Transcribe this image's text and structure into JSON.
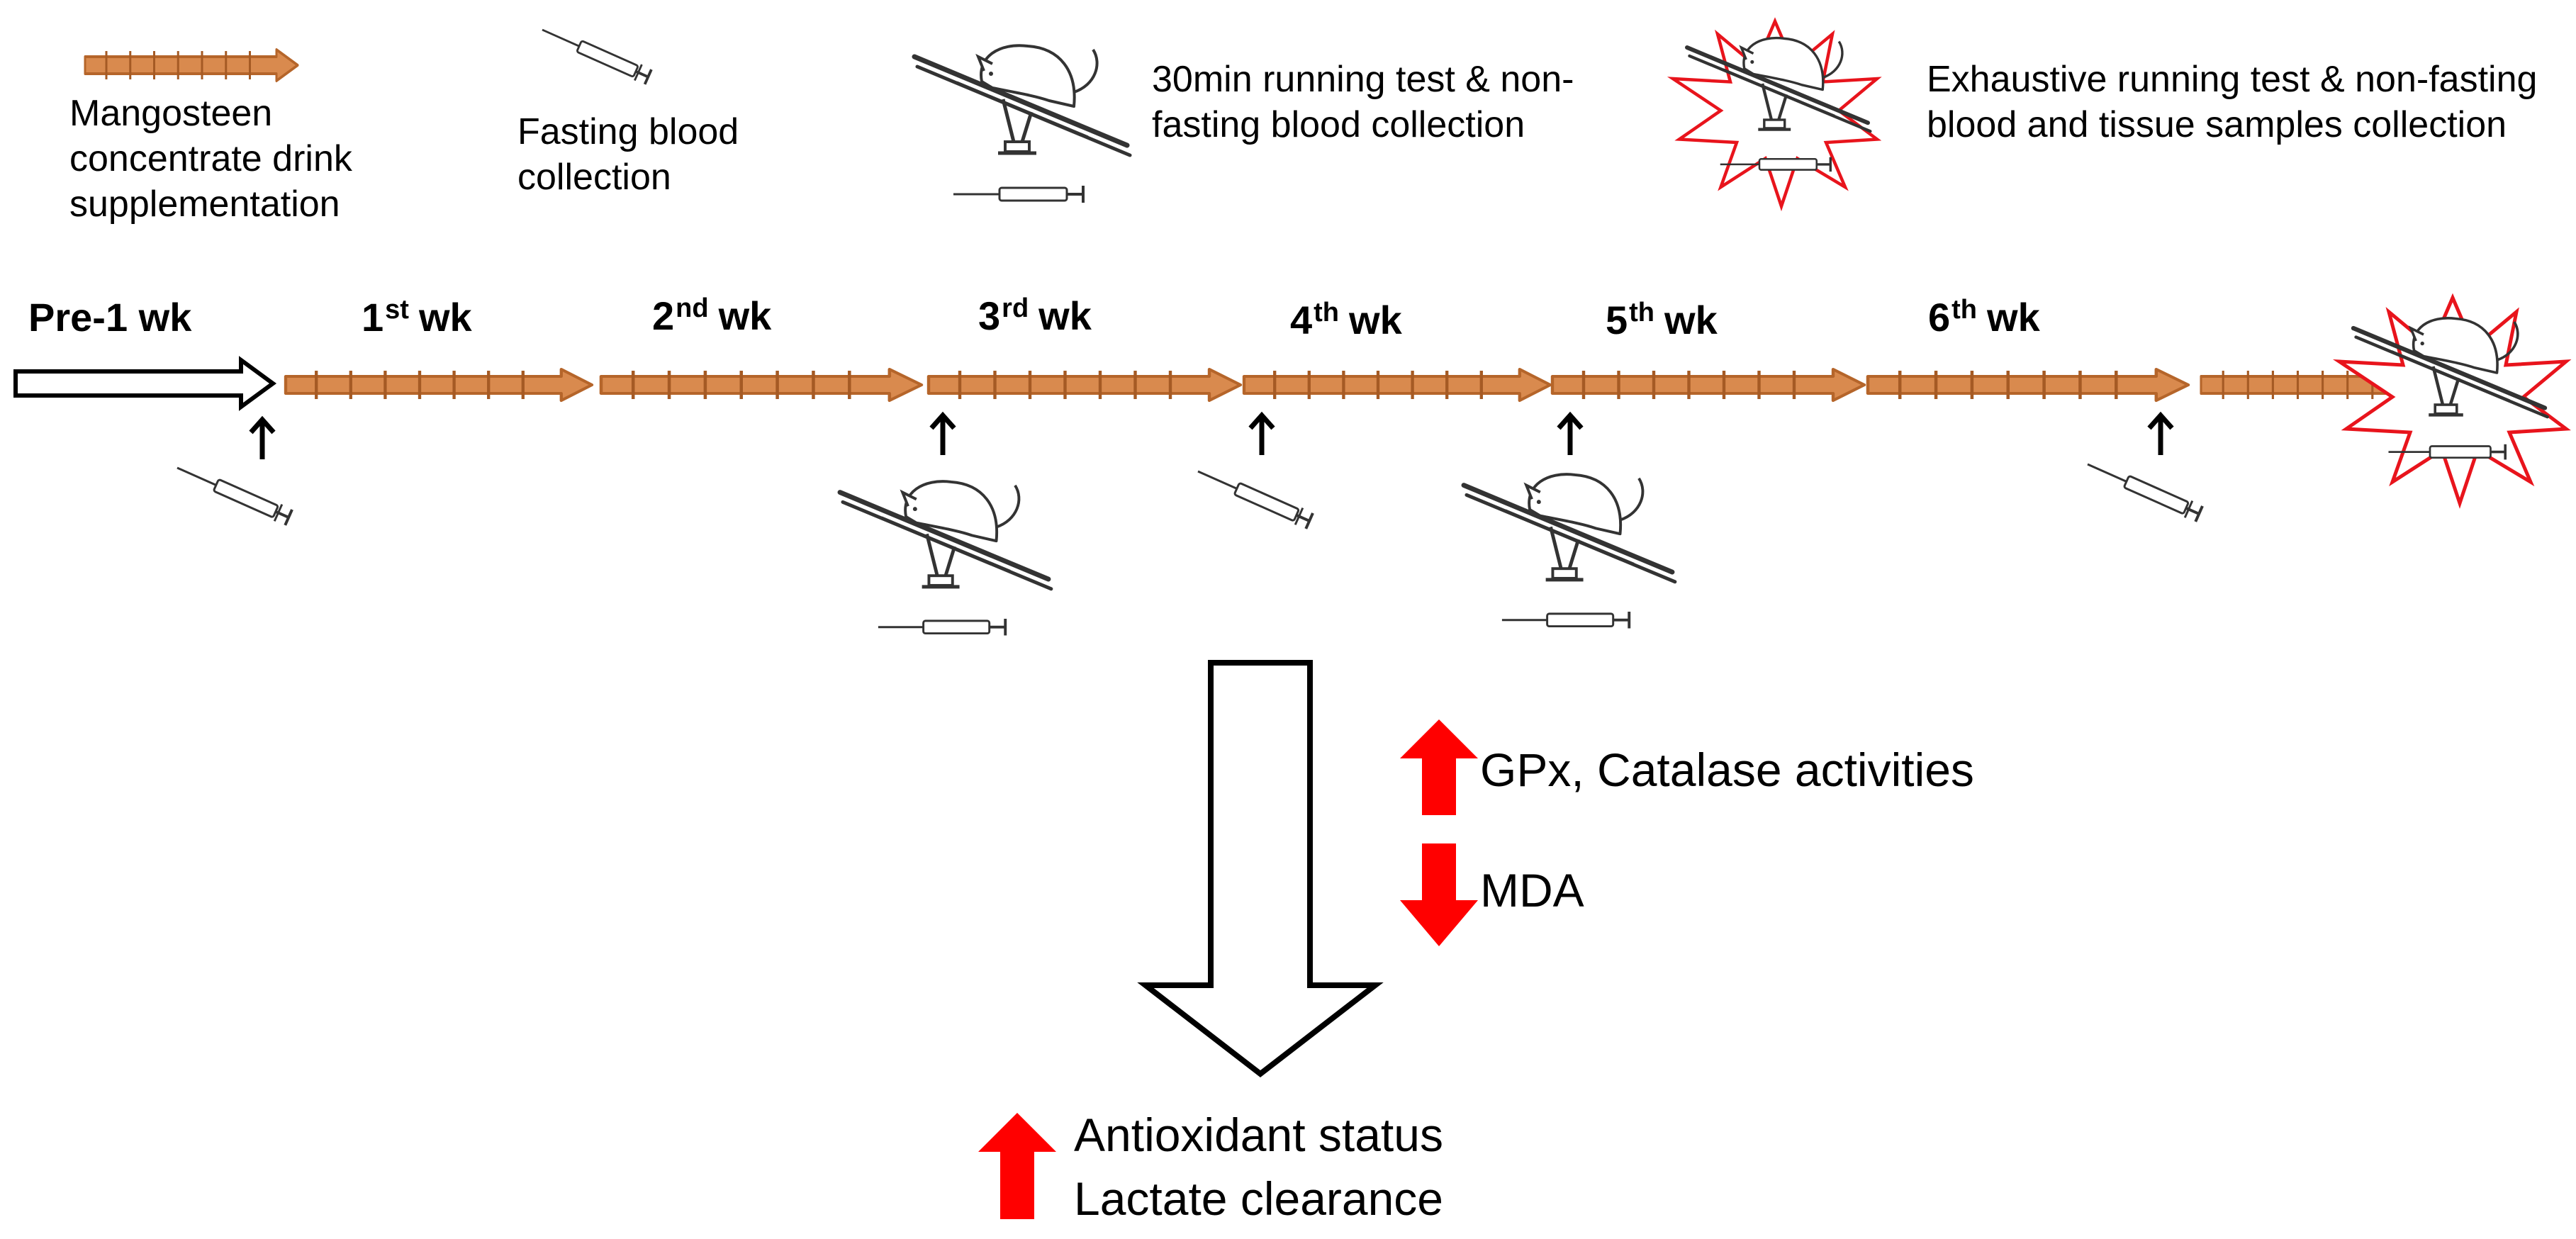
{
  "legend": {
    "supplement": "Mangosteen concentrate drink supplementation",
    "fasting": "Fasting blood collection",
    "running_30": "30min running test & non-fasting blood collection",
    "exhaustive": "Exhaustive running test & non-fasting blood and tissue samples collection"
  },
  "weeks": [
    {
      "label": "Pre-1 wk"
    },
    {
      "num": "1",
      "sup": "st",
      "unit": "wk"
    },
    {
      "num": "2",
      "sup": "nd",
      "unit": "wk"
    },
    {
      "num": "3",
      "sup": "rd",
      "unit": "wk"
    },
    {
      "num": "4",
      "sup": "th",
      "unit": "wk"
    },
    {
      "num": "5",
      "sup": "th",
      "unit": "wk"
    },
    {
      "num": "6",
      "sup": "th",
      "unit": "wk"
    }
  ],
  "effects": [
    {
      "text": "GPx, Catalase activities",
      "direction": "up"
    },
    {
      "text": "MDA",
      "direction": "down"
    }
  ],
  "outcomes": {
    "direction": "up",
    "lines": [
      "Antioxidant status",
      "Lactate clearance"
    ]
  },
  "colors": {
    "supplement_arrow": "#d98a4e",
    "supplement_arrow_edge": "#b5652a",
    "effect_arrow": "#ff0000",
    "burst": "#e8141c"
  }
}
